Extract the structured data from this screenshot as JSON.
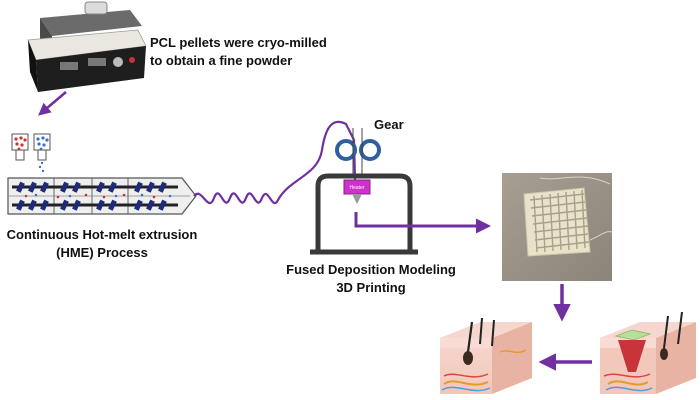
{
  "labels": {
    "milling_line1": "PCL pellets were cryo-milled",
    "milling_line2": "to obtain a fine powder",
    "hme_line1": "Continuous Hot-melt extrusion",
    "hme_line2": "(HME) Process",
    "fdm_line1": "Fused Deposition Modeling",
    "fdm_line2": "3D Printing",
    "gear": "Gear",
    "heater": "Heater"
  },
  "colors": {
    "arrow": "#7030a0",
    "filament": "#7030a0",
    "gear": "#2f5f9e",
    "heater": "#cc33cc",
    "printer_frame": "#3a3a3a",
    "scaffold": "#e8e2c8"
  },
  "icons": {
    "mill": "cryo-mill-machine",
    "extruder": "twin-screw-extruder",
    "printer": "fdm-printer-frame",
    "scaffold": "3d-printed-scaffold-photo",
    "skin_wound": "skin-wound-with-dressing",
    "skin_healed": "healed-skin-cross-section"
  }
}
